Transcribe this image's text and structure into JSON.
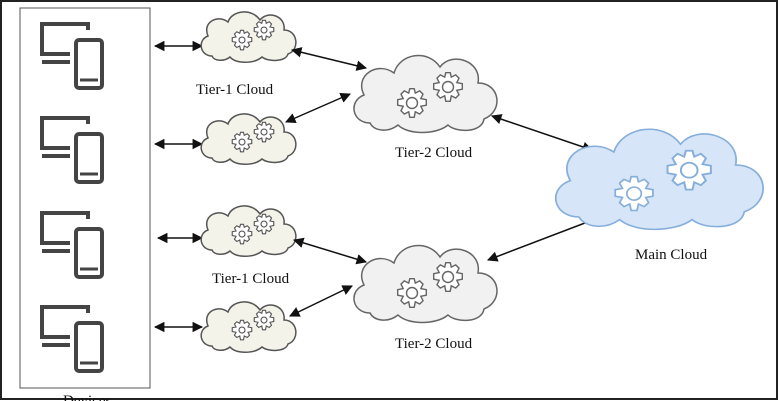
{
  "labels": {
    "tier1_top": "Tier-1 Cloud",
    "tier1_bottom": "Tier-1 Cloud",
    "tier2_top": "Tier-2 Cloud",
    "tier2_bottom": "Tier-2 Cloud",
    "main": "Main Cloud",
    "devices": "Devices"
  },
  "colors": {
    "border": "#222222",
    "device_stroke": "#444444",
    "small_cloud_fill": "#f3f3ea",
    "tier2_cloud_fill": "#f1f1f1",
    "main_cloud_fill": "#d6e5f7",
    "main_cloud_stroke": "#86aedb",
    "arrow": "#111111"
  }
}
